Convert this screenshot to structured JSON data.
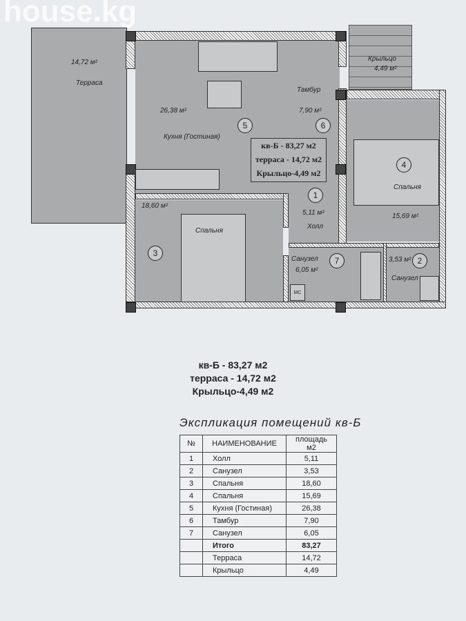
{
  "watermark": "house.kg",
  "plan": {
    "rooms": [
      {
        "name": "Терраса",
        "area": "14,72 м²"
      },
      {
        "name": "Крыльцо",
        "area": "4,49 м²"
      },
      {
        "name": "Тамбур",
        "area": "7,90 м²",
        "num": "6"
      },
      {
        "name": "Кухня (Гостиная)",
        "area": "26,38 м²",
        "num": "5"
      },
      {
        "name": "Спальня",
        "area": "15,69 м²",
        "num": "4"
      },
      {
        "name": "Холл",
        "area": "5,11 м²",
        "num": "1"
      },
      {
        "name": "Спальня",
        "area": "18,60 м²",
        "num": "3"
      },
      {
        "name": "Санузел",
        "area": "6,05 м²",
        "num": "7"
      },
      {
        "name": "Санузел",
        "area": "3,53 м²",
        "num": "2"
      }
    ],
    "washer_label": "МС",
    "legend": [
      "кв-Б - 83,27 м2",
      "терраса - 14,72 м2",
      "Крыльцо-4,49 м2"
    ]
  },
  "summary": [
    "кв-Б - 83,27 м2",
    "терраса - 14,72 м2",
    "Крыльцо-4,49 м2"
  ],
  "table": {
    "title": "Экспликация помещений кв-Б",
    "headers": [
      "№",
      "НАИМЕНОВАНИЕ",
      "площадь м2"
    ],
    "rows": [
      [
        "1",
        "Холл",
        "5,11"
      ],
      [
        "2",
        "Санузел",
        "3,53"
      ],
      [
        "3",
        "Спальня",
        "18,60"
      ],
      [
        "4",
        "Спальня",
        "15,69"
      ],
      [
        "5",
        "Кухня (Гостиная)",
        "26,38"
      ],
      [
        "6",
        "Тамбур",
        "7,90"
      ],
      [
        "7",
        "Санузел",
        "6,05"
      ],
      [
        "",
        "Итого",
        "83,27"
      ],
      [
        "",
        "Терраса",
        "14,72"
      ],
      [
        "",
        "Крыльцо",
        "4,49"
      ]
    ]
  }
}
